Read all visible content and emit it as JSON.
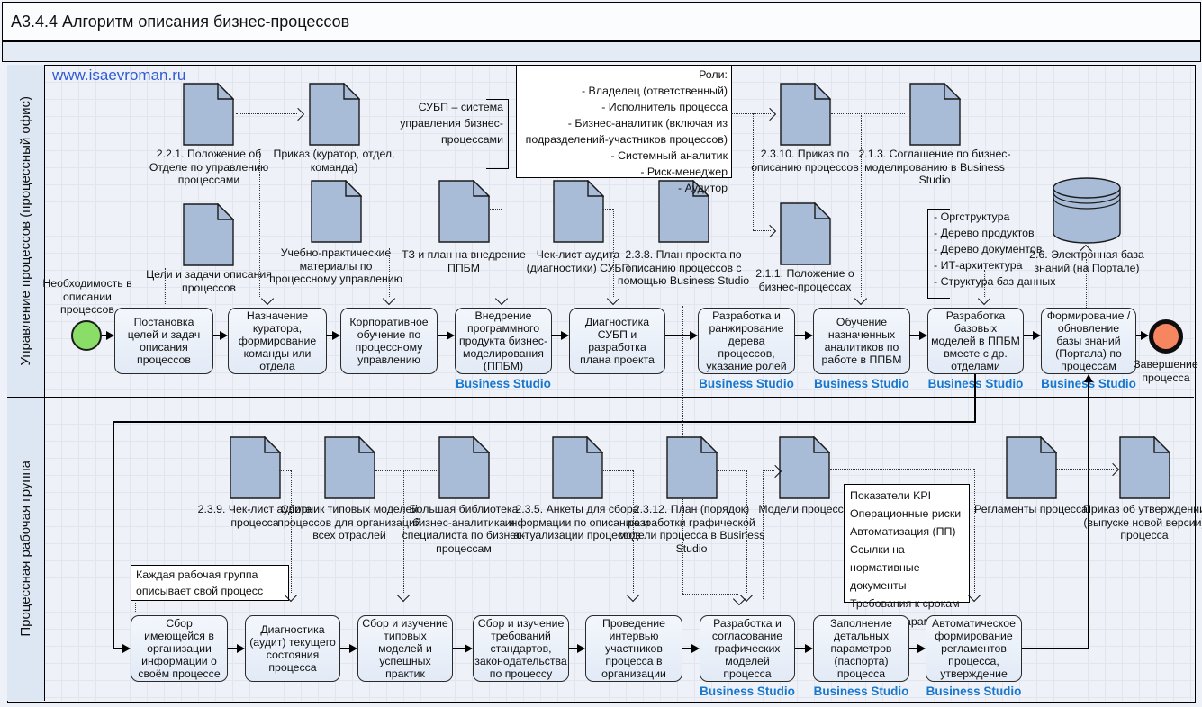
{
  "title": "А3.4.4 Алгоритм описания бизнес-процессов",
  "link": "www.isaevroman.ru",
  "brand": "Business Studio",
  "lanes": {
    "top": "Управление процессов (процессный офис)",
    "bottom": "Процессная рабочая группа"
  },
  "events": {
    "start": "Необходимость в описании процессов",
    "end": "Завершение процесса"
  },
  "colors": {
    "doc_fill": "#a8bcd8",
    "box_fill": "#e9eff9",
    "start_fill": "#8ade68",
    "end_fill": "#f68660",
    "brand_blue": "#1777cf",
    "link_blue": "#2f5bd5"
  },
  "top_docs": [
    "2.2.1. Положение об Отделе по управлению процессами",
    "Приказ (куратор, отдел, команда)",
    "Цели и задачи описания процессов",
    "Учебно-практические материалы по процессному управлению",
    "ТЗ и план на внедрение ППБМ",
    "Чек-лист аудита (диагностики) СУБП",
    "2.3.8. План проекта по описанию процессов с помощью Business Studio",
    "2.3.10. Приказ по описанию процессов",
    "2.1.3. Соглашение по бизнес-моделированию в Business Studio",
    "2.1.1. Положение о бизнес-процессах",
    "2.6. Электронная база знаний (на Портале)"
  ],
  "bottom_docs": [
    "2.3.9. Чек-лист аудита процесса",
    "Сборник типовых моделей процессов для организаций всех отраслей",
    "Большая библиотека бизнес-аналитика и специалиста по бизнес-процессам",
    "2.3.5. Анкеты для сбора информации по описанию и актуализации процессов",
    "2.3.12. План (порядок) разработки графической модели процесса в Business Studio",
    "Модели процесса",
    "Регламенты процесса",
    "Приказ об утверждении (выпуске новой версии) процесса"
  ],
  "top_boxes": [
    "Постановка целей и задач описания процессов",
    "Назначение куратора, формирование команды или отдела",
    "Корпоративное обучение по процессному управлению",
    "Внедрение программного продукта бизнес-моделирования (ППБМ)",
    "Диагностика СУБП и разработка плана проекта",
    "Разработка и ранжирование дерева процессов, указание ролей",
    "Обучение назначенных аналитиков по работе в ППБМ",
    "Разработка базовых моделей в ППБМ вместе с др. отделами",
    "Формирование / обновление базы знаний (Портала) по процессам"
  ],
  "bottom_boxes": [
    "Сбор имеющейся в организации информации о своём процессе",
    "Диагностика (аудит) текущего состояния процесса",
    "Сбор и изучение типовых моделей и успешных практик",
    "Сбор и изучение требований стандартов, законодательства по процессу",
    "Проведение интервью участников процесса в организации",
    "Разработка и согласование графических моделей процесса",
    "Заполнение детальных параметров (паспорта) процесса",
    "Автоматическое формирование регламентов процесса, утверждение"
  ],
  "annotations": {
    "subp": "СУБП – система управления бизнес-процессами",
    "roles": "Роли:\n- Владелец (ответственный)\n- Исполнитель процесса\n- Бизнес-аналитик (включая из подразделений-участников процессов)\n- Системный аналитик\n- Риск-менеджер\n- Аудитор",
    "org": "- Оргструктура\n- Дерево продуктов\n- Дерево документов\n- ИТ-архитектура\n- Структура баз данных",
    "kpi": "Показатели KPI\nОперационные риски\nАвтоматизация (ПП)\nСсылки на нормативные документы\nТребования к срокам\nИ другие параметры",
    "each_group": "Каждая рабочая группа\nописывает свой процесс"
  }
}
